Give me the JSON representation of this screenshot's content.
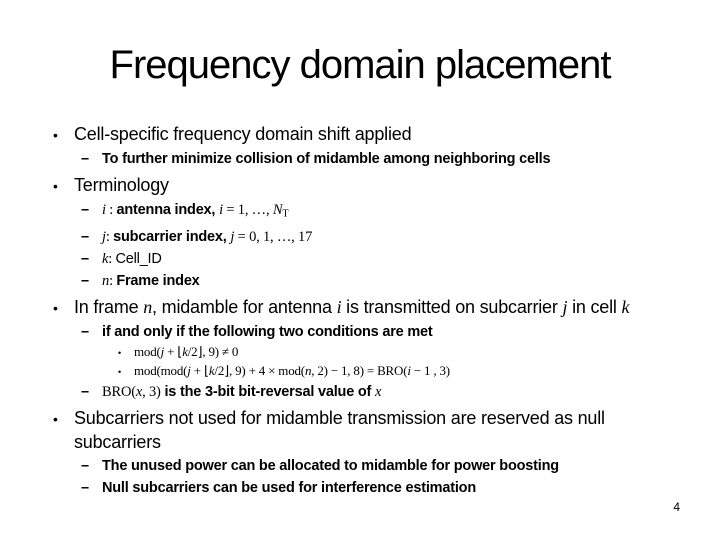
{
  "slide": {
    "title": "Frequency domain placement",
    "page_number": "4",
    "background_color": "#ffffff",
    "text_color": "#000000"
  },
  "markers": {
    "l1": "•",
    "l2": "–",
    "l3": "•"
  },
  "content": [
    {
      "level": 1,
      "runs": [
        {
          "t": "Cell-specific frequency domain shift applied"
        }
      ]
    },
    {
      "level": 2,
      "runs": [
        {
          "t": "To further minimize collision of midamble among neighboring cells"
        }
      ]
    },
    {
      "level": 1,
      "runs": [
        {
          "t": "Terminology"
        }
      ]
    },
    {
      "level": 2,
      "runs": [
        {
          "t": "i",
          "s": "it"
        },
        {
          "t": " : ",
          "s": "sr"
        },
        {
          "t": "antenna index, "
        },
        {
          "t": "i",
          "s": "it"
        },
        {
          "t": " = 1, …, ",
          "s": "sr"
        },
        {
          "t": "N",
          "s": "it"
        },
        {
          "t": "T",
          "s": "sub"
        }
      ]
    },
    {
      "level": 2,
      "runs": [
        {
          "t": "j",
          "s": "it"
        },
        {
          "t": ": ",
          "s": "sr"
        },
        {
          "t": "subcarrier index, "
        },
        {
          "t": "j",
          "s": "it"
        },
        {
          "t": " = 0, 1, …, 17",
          "s": "sr"
        }
      ]
    },
    {
      "level": 2,
      "runs": [
        {
          "t": "k",
          "s": "it"
        },
        {
          "t": ": ",
          "s": "sr"
        },
        {
          "t": "Cell_ID",
          "s": "reg"
        }
      ]
    },
    {
      "level": 2,
      "runs": [
        {
          "t": "n",
          "s": "it"
        },
        {
          "t": ": ",
          "s": "sr"
        },
        {
          "t": "Frame index"
        }
      ]
    },
    {
      "level": 1,
      "runs": [
        {
          "t": "In frame "
        },
        {
          "t": "n",
          "s": "it"
        },
        {
          "t": ", midamble for antenna "
        },
        {
          "t": "i",
          "s": "it"
        },
        {
          "t": " is transmitted on subcarrier "
        },
        {
          "t": "j",
          "s": "it"
        },
        {
          "t": " in cell "
        },
        {
          "t": "k",
          "s": "it"
        }
      ]
    },
    {
      "level": 2,
      "runs": [
        {
          "t": "if and only if the following two conditions are met"
        }
      ]
    },
    {
      "level": 3,
      "runs": [
        {
          "t": "mod(",
          "s": "sr"
        },
        {
          "t": "j",
          "s": "it"
        },
        {
          "t": " + ⌊",
          "s": "sr"
        },
        {
          "t": "k",
          "s": "it"
        },
        {
          "t": "/2⌋, 9) ≠ 0",
          "s": "sr"
        }
      ]
    },
    {
      "level": 3,
      "runs": [
        {
          "t": "mod(mod(",
          "s": "sr"
        },
        {
          "t": "j",
          "s": "it"
        },
        {
          "t": " + ⌊",
          "s": "sr"
        },
        {
          "t": "k",
          "s": "it"
        },
        {
          "t": "/2⌋, 9) + 4 × mod(",
          "s": "sr"
        },
        {
          "t": "n",
          "s": "it"
        },
        {
          "t": ", 2) − 1, 8) = BRO(",
          "s": "sr"
        },
        {
          "t": "i",
          "s": "it"
        },
        {
          "t": " − 1 , 3)",
          "s": "sr"
        }
      ]
    },
    {
      "level": 2,
      "runs": [
        {
          "t": "BRO(",
          "s": "sr"
        },
        {
          "t": "x",
          "s": "it"
        },
        {
          "t": ", 3)",
          "s": "sr"
        },
        {
          "t": " is the 3-bit bit-reversal value of "
        },
        {
          "t": "x",
          "s": "it"
        }
      ]
    },
    {
      "level": 1,
      "runs": [
        {
          "t": "Subcarriers not used for midamble transmission are reserved as null subcarriers"
        }
      ]
    },
    {
      "level": 2,
      "runs": [
        {
          "t": "The unused power can be allocated to midamble for power boosting"
        }
      ]
    },
    {
      "level": 2,
      "runs": [
        {
          "t": "Null subcarriers can be used for interference estimation"
        }
      ]
    }
  ]
}
